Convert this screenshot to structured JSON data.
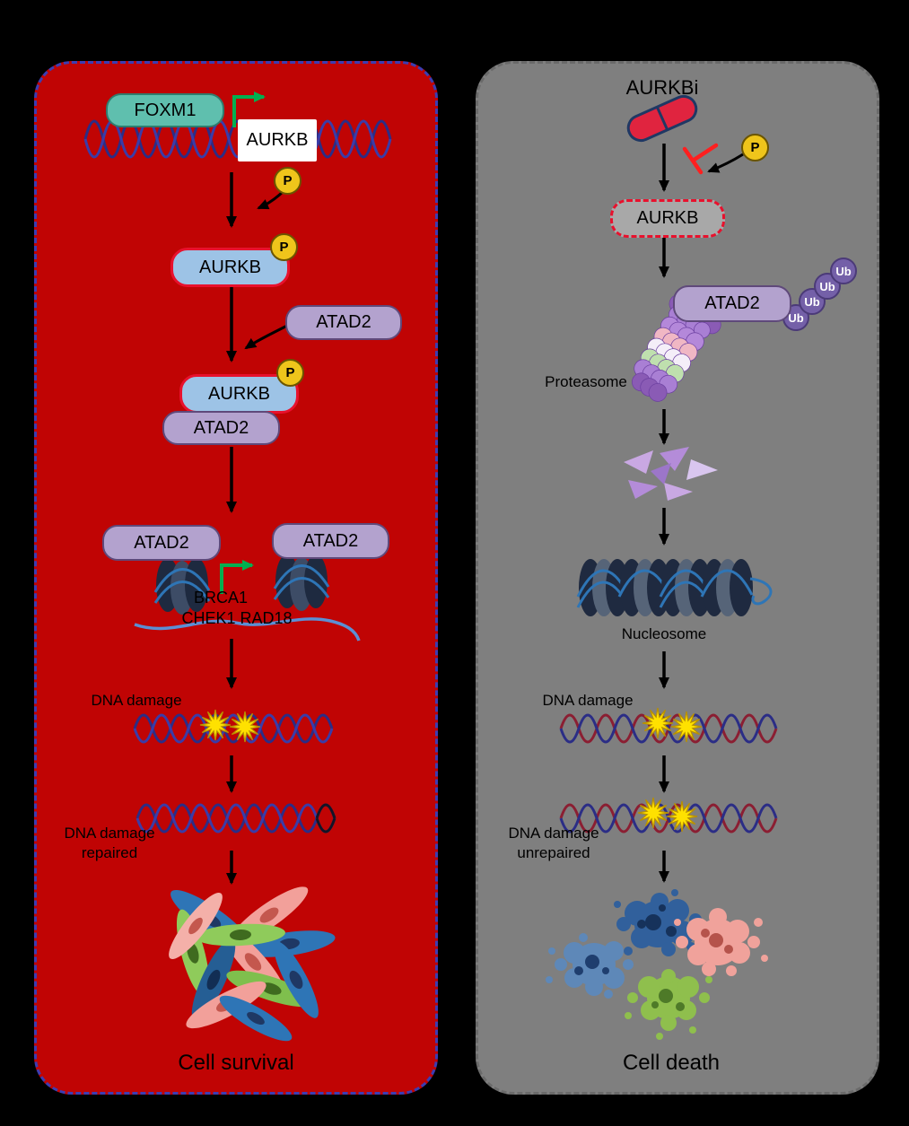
{
  "panels": {
    "left": {
      "title": "Cell survival",
      "foxm1": "FOXM1",
      "aurkb_gene": "AURKB",
      "aurkb": "AURKB",
      "atad2": "ATAD2",
      "p_label": "P",
      "targets_line1": "BRCA1",
      "targets_line2": "CHEK1 RAD18",
      "dna_damage": "DNA damage",
      "dna_repaired_line1": "DNA damage",
      "dna_repaired_line2": "repaired"
    },
    "right": {
      "title": "Cell death",
      "inhibitor": "AURKBi",
      "aurkb": "AURKB",
      "atad2": "ATAD2",
      "p_label": "P",
      "ub_label": "Ub",
      "proteasome": "Proteasome",
      "nucleosome": "Nucleosome",
      "dna_damage": "DNA damage",
      "dna_unrepaired_line1": "DNA damage",
      "dna_unrepaired_line2": "unrepaired"
    }
  },
  "colors": {
    "survival_panel": "#C00404",
    "death_panel": "#7F7F7F",
    "foxm1_teal": "#5FBFAE",
    "aurkb_blue": "#9DC3E6",
    "atad2_purple": "#B3A2CE",
    "phospho_yellow": "#EFC51B",
    "transcription_green": "#00B050",
    "inhibitor_red": "#E8112D",
    "ubiquitin_purple": "#7460A8",
    "dna_navy": "#2B2D86",
    "dna_maroon": "#8B1E32"
  }
}
